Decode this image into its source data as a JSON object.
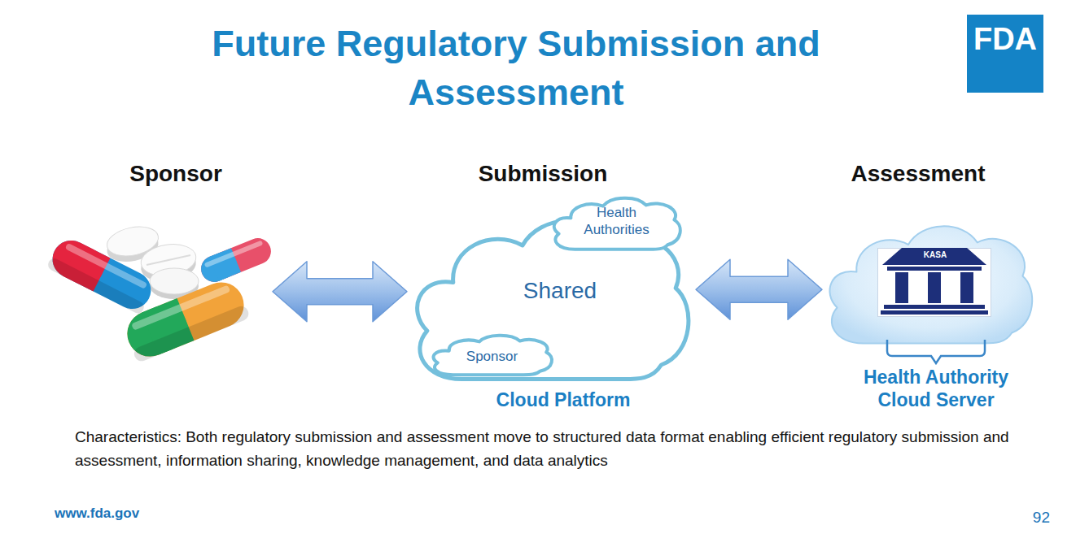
{
  "diagram": {
    "title": "Future Regulatory Submission and Assessment",
    "caption": "Characteristics: Both regulatory submission and assessment move to structured data format enabling efficient regulatory submission and assessment, information sharing, knowledge management, and data analytics",
    "nodes": [
      {
        "text": [
          "Sponsor"
        ]
      },
      {
        "text": [
          "Submission",
          "Shared",
          "Cloud Platform"
        ]
      },
      {
        "text": [
          "Health Authorities"
        ],
        "in": 1
      },
      {
        "text": [
          "Sponsor"
        ],
        "in": 1
      },
      {
        "text": [
          "Assessment",
          "Health Authority Cloud Server"
        ]
      },
      {
        "text": [
          "KASA"
        ],
        "in": 4
      }
    ],
    "edges": [
      {
        "from": 0,
        "to": 1,
        "arrow": "both"
      },
      {
        "from": 1,
        "to": 4,
        "arrow": "both"
      }
    ],
    "labels": [
      "FDA",
      "www.fda.gov",
      "92"
    ]
  }
}
